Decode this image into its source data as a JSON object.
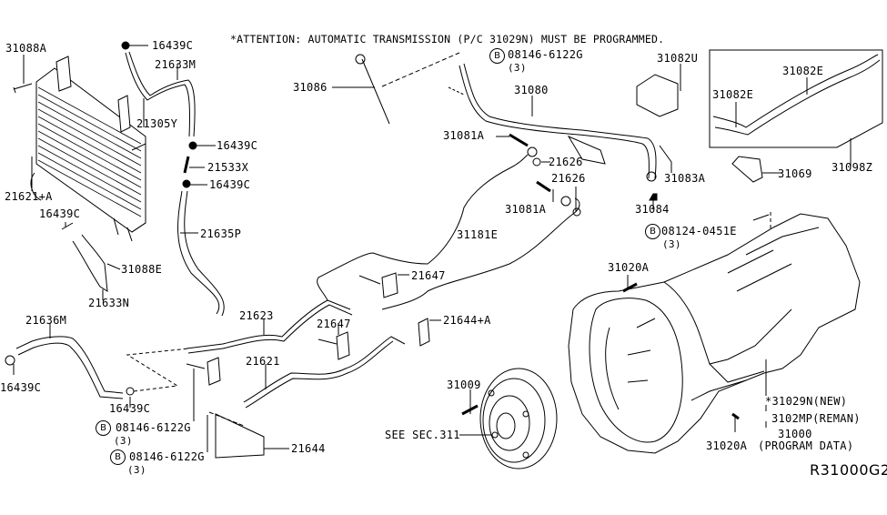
{
  "diagram": {
    "type": "parts-diagram",
    "title": "Automatic Transmission, Oil Cooler & Fluid Lines",
    "attention_note": "*ATTENTION: AUTOMATIC TRANSMISSION (P/C 31029N) MUST BE PROGRAMMED.",
    "reference_code": "R31000G2",
    "bolt_symbol": "B",
    "parts": {
      "p31088A": "31088A",
      "p16439C_top": "16439C",
      "p21633M": "21633M",
      "p21305Y": "21305Y",
      "p16439C_mid1": "16439C",
      "p21533X": "21533X",
      "p16439C_mid2": "16439C",
      "p21621A": "21621+A",
      "p16439C_left": "16439C",
      "p21635P": "21635P",
      "p31088E": "31088E",
      "p21633N": "21633N",
      "p21636M": "21636M",
      "p16439C_lower_left": "16439C",
      "p16439C_lower_mid": "16439C",
      "bolt1": "08146-6122G",
      "bolt1_qty": "(3)",
      "bolt2": "08146-6122G",
      "bolt2_qty": "(3)",
      "bolt3": "08146-6122G",
      "bolt3_qty": "(3)",
      "p31086": "31086",
      "p31080": "31080",
      "p31081A_1": "31081A",
      "p21626_1": "21626",
      "p21626_2": "21626",
      "p31081A_2": "31081A",
      "p31082U": "31082U",
      "p31083A": "31083A",
      "p31084": "31084",
      "p31082E_1": "31082E",
      "p31082E_2": "31082E",
      "p31098Z": "31098Z",
      "p31069": "31069",
      "bolt4": "08124-0451E",
      "bolt4_qty": "(3)",
      "p31181E": "31181E",
      "p21647_1": "21647",
      "p21647_2": "21647",
      "p21644A": "21644+A",
      "p21623": "21623",
      "p21621": "21621",
      "p21644": "21644",
      "p31009": "31009",
      "see_sec": "SEE SEC.311",
      "p31020A_1": "31020A",
      "p31020A_2": "31020A",
      "p31029N": "*31029N(NEW)",
      "p3102MP": "3102MP(REMAN)",
      "p31000": "31000",
      "program_data": "(PROGRAM DATA)"
    }
  }
}
